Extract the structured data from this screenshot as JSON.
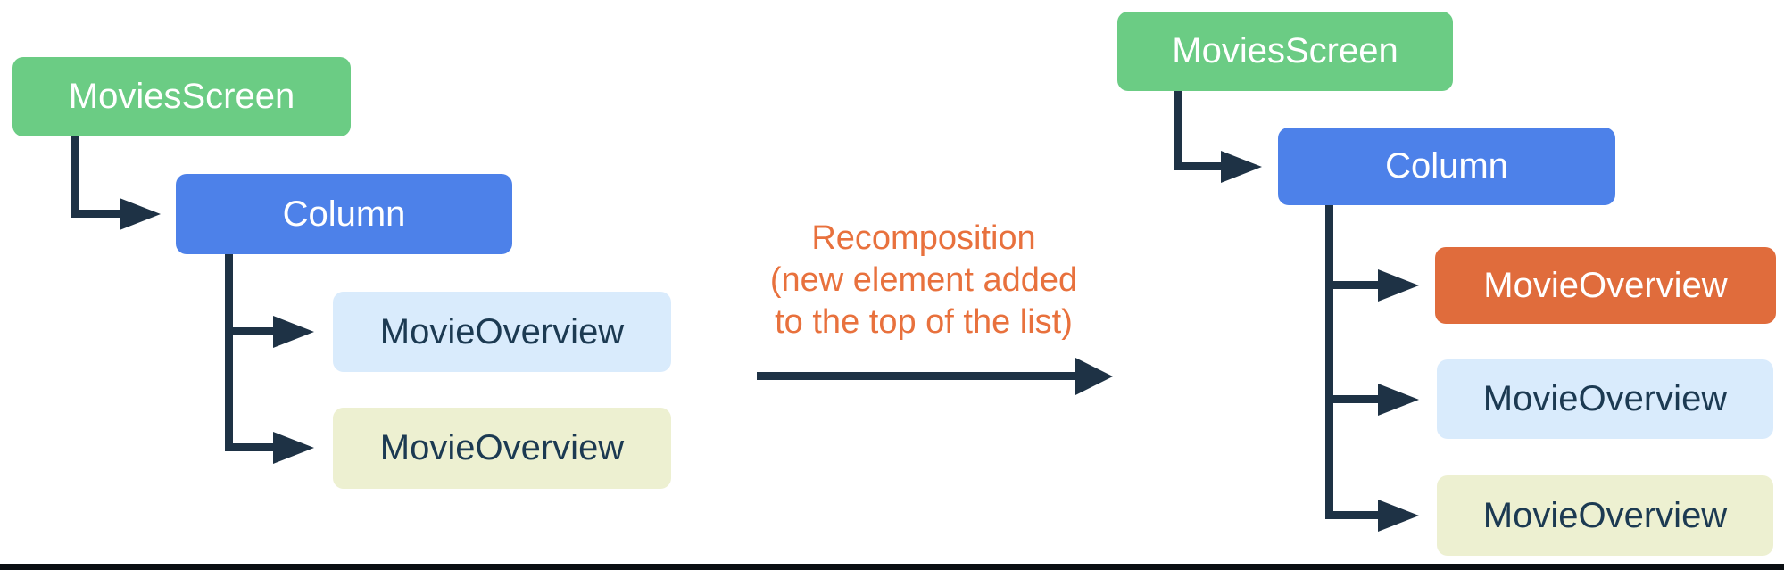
{
  "diagram": {
    "left_tree": {
      "root": "MoviesScreen",
      "column": "Column",
      "children": [
        "MovieOverview",
        "MovieOverview"
      ]
    },
    "right_tree": {
      "root": "MoviesScreen",
      "column": "Column",
      "children": [
        "MovieOverview",
        "MovieOverview",
        "MovieOverview"
      ]
    },
    "transition": {
      "line1": "Recomposition",
      "line2": "(new element added",
      "line3": "to the top of the list)"
    },
    "colors": {
      "root_green": "#6BCC84",
      "column_blue": "#4D81E9",
      "new_element_orange": "#E06C3C",
      "child_light_blue": "#D9EBFC",
      "child_light_yellow": "#EDF0D1",
      "connector_navy": "#1E3245",
      "transition_text_orange": "#E8713D",
      "bottom_rule_black": "#0A0E12"
    }
  }
}
